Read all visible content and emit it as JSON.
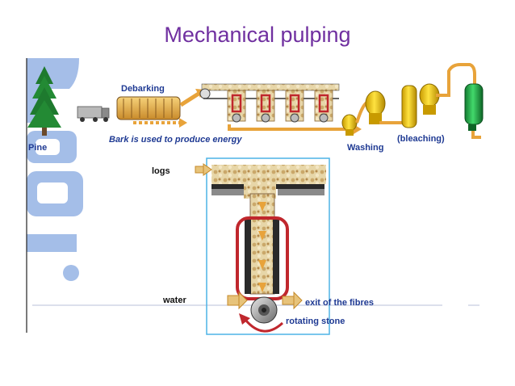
{
  "slide": {
    "title": "Mechanical pulping"
  },
  "labels": {
    "debarking": "Debarking",
    "pine": "Pine",
    "bark": "Bark is used to produce energy",
    "washing": "Washing",
    "bleaching": "(bleaching)",
    "logs": "logs",
    "water": "water",
    "exit": "exit of the fibres",
    "stone": "rotating stone"
  },
  "colors": {
    "title": "#7030a0",
    "label": "#1f3a93",
    "pipe": "#e8a33a",
    "tank": "#f2cc1d",
    "bleach_tank": "#22b14c",
    "frame": "#4db3e6",
    "chain": "#c0272d",
    "watermark": "#9bb7e6"
  }
}
